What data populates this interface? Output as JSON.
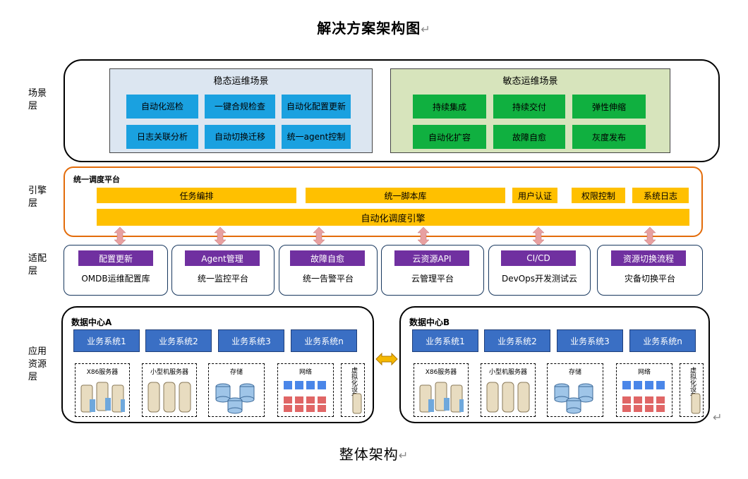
{
  "title": "解决方案架构图",
  "caption": "整体架构",
  "return_mark": "↵",
  "layers": {
    "scene": [
      "场景",
      "层"
    ],
    "engine": [
      "引擎",
      "层"
    ],
    "adapter": [
      "适配",
      "层"
    ],
    "app": [
      "应用",
      "资源",
      "层"
    ]
  },
  "scene": {
    "stable": {
      "title": "稳态运维场景",
      "items": [
        "自动化巡检",
        "一键合规检查",
        "自动化配置更新",
        "日志关联分析",
        "自动切换迁移",
        "统一agent控制"
      ]
    },
    "agile": {
      "title": "敏态运维场景",
      "items": [
        "持续集成",
        "持续交付",
        "弹性伸缩",
        "自动化扩容",
        "故障自愈",
        "灰度发布"
      ]
    }
  },
  "engine": {
    "title": "统一调度平台",
    "bars": [
      "任务编排",
      "统一脚本库",
      "用户认证",
      "权限控制",
      "系统日志"
    ],
    "core": "自动化调度引擎"
  },
  "adapters": [
    {
      "tag": "配置更新",
      "name": "OMDB运维配置库"
    },
    {
      "tag": "Agent管理",
      "name": "统一监控平台"
    },
    {
      "tag": "故障自愈",
      "name": "统一告警平台"
    },
    {
      "tag": "云资源API",
      "name": "云管理平台"
    },
    {
      "tag": "CI/CD",
      "name": "DevOps开发测试云"
    },
    {
      "tag": "资源切换流程",
      "name": "灾备切换平台"
    }
  ],
  "datacenters": [
    {
      "title": "数据中心A",
      "systems": [
        "业务系统1",
        "业务系统2",
        "业务系统3",
        "业务系统n"
      ],
      "resources": [
        "X86服务器",
        "小型机服务器",
        "存储",
        "网络",
        "虚拟化设备"
      ]
    },
    {
      "title": "数据中心B",
      "systems": [
        "业务系统1",
        "业务系统2",
        "业务系统3",
        "业务系统n"
      ],
      "resources": [
        "X86服务器",
        "小型机服务器",
        "存储",
        "网络",
        "虚拟化设备"
      ]
    }
  ],
  "colors": {
    "blue_box": "#1aa1e0",
    "green_box": "#10b040",
    "yellow_bar": "#ffc000",
    "purple_tag": "#7030a0",
    "biz_blue": "#3a6fc4",
    "engine_border": "#e36c0a",
    "arrow_pink": "#e8a0a0",
    "arrow_orange": "#f5b800"
  }
}
